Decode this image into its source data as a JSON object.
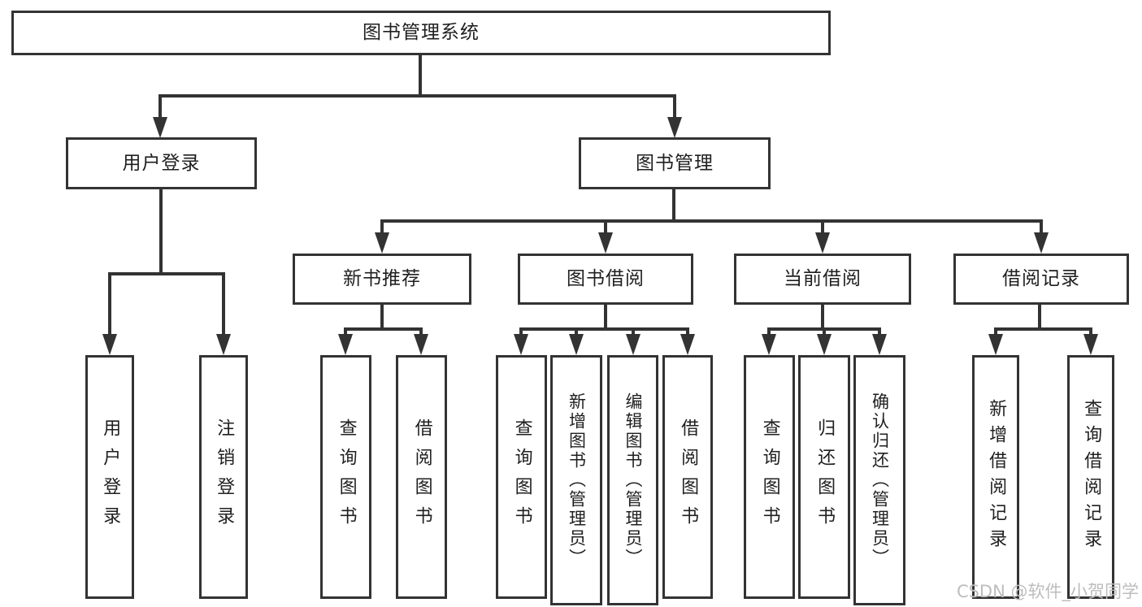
{
  "tree": {
    "root": {
      "label": "图书管理系统"
    },
    "branches": [
      {
        "label": "用户登录",
        "children": [
          {
            "label": "用户登录"
          },
          {
            "label": "注销登录"
          }
        ]
      },
      {
        "label": "图书管理",
        "children": [
          {
            "label": "新书推荐",
            "children": [
              {
                "label": "查询图书"
              },
              {
                "label": "借阅图书"
              }
            ]
          },
          {
            "label": "图书借阅",
            "children": [
              {
                "label": "查询图书"
              },
              {
                "label": "新增图书（管理员）"
              },
              {
                "label": "编辑图书（管理员）"
              },
              {
                "label": "借阅图书"
              }
            ]
          },
          {
            "label": "当前借阅",
            "children": [
              {
                "label": "查询图书"
              },
              {
                "label": "归还图书"
              },
              {
                "label": "确认归还（管理员）"
              }
            ]
          },
          {
            "label": "借阅记录",
            "children": [
              {
                "label": "新增借阅记录"
              },
              {
                "label": "查询借阅记录"
              }
            ]
          }
        ]
      }
    ]
  },
  "watermark": {
    "text": "CSDN @软件_小贺同学"
  },
  "colors": {
    "line": "#333333",
    "text": "#1f1f1f",
    "box_bg": "#ffffff",
    "background": "#ffffff",
    "watermark": "#bdbdbd"
  }
}
